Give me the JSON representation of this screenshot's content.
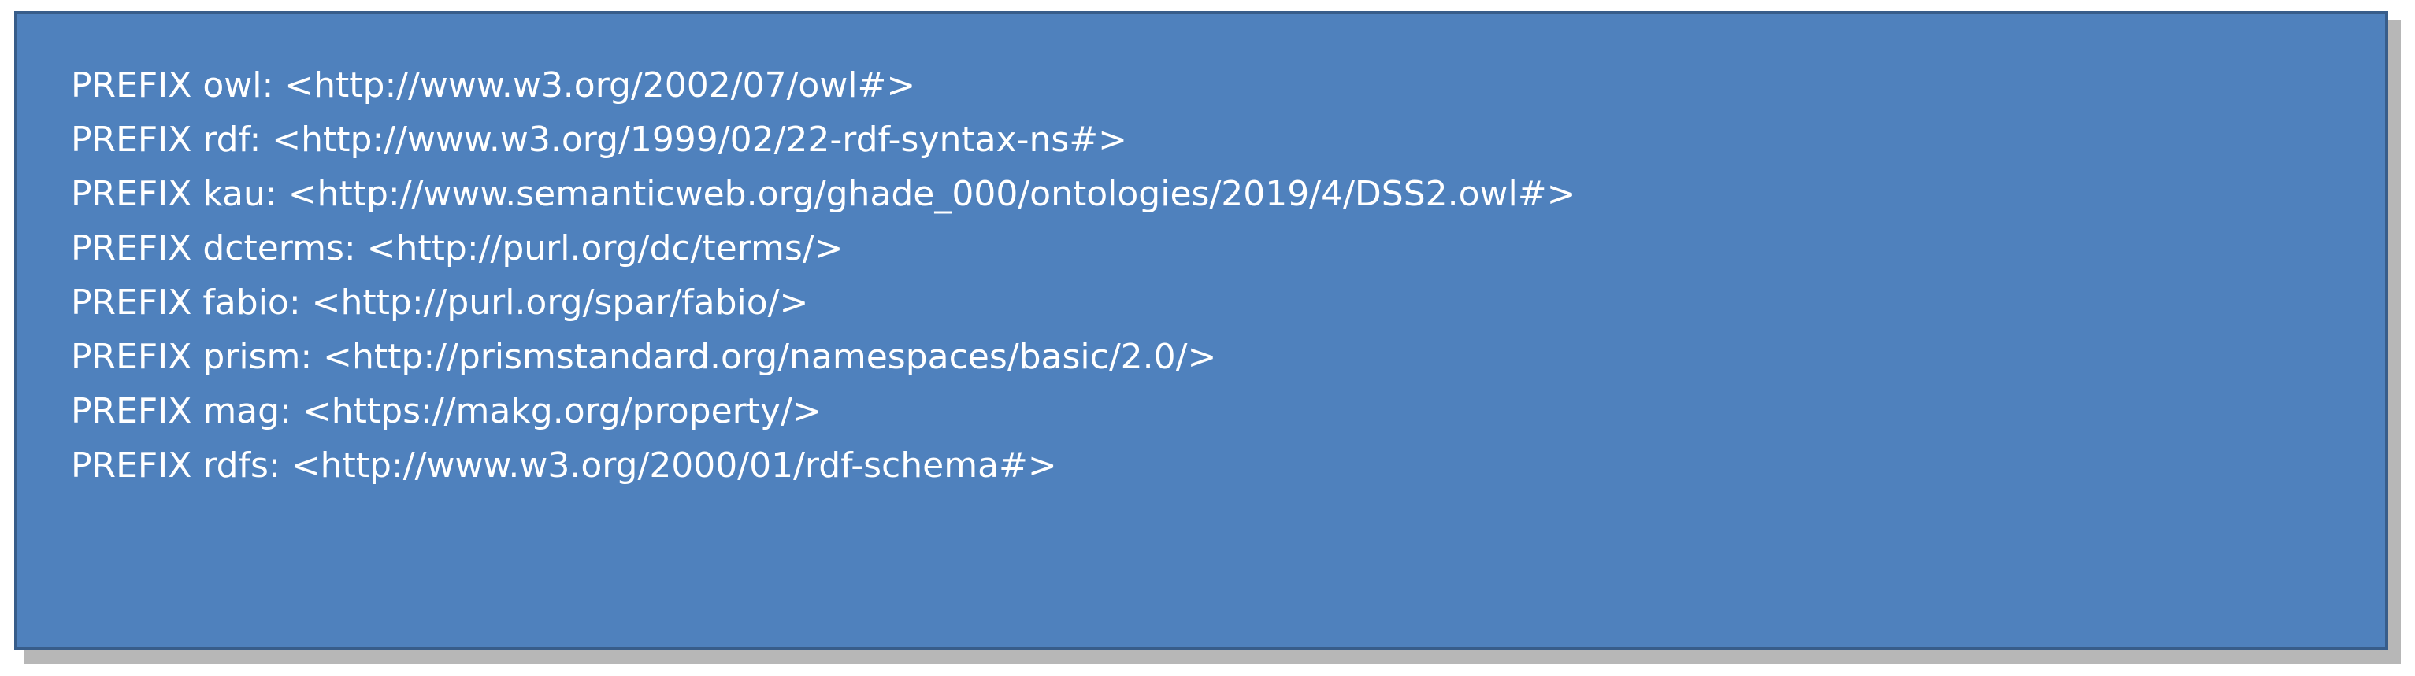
{
  "prefixes": [
    "PREFIX owl: <http://www.w3.org/2002/07/owl#>",
    "PREFIX rdf: <http://www.w3.org/1999/02/22-rdf-syntax-ns#>",
    "PREFIX kau: <http://www.semanticweb.org/ghade_000/ontologies/2019/4/DSS2.owl#>",
    "PREFIX dcterms: <http://purl.org/dc/terms/>",
    "PREFIX fabio: <http://purl.org/spar/fabio/>",
    "PREFIX prism: <http://prismstandard.org/namespaces/basic/2.0/>",
    "PREFIX mag: <https://makg.org/property/>",
    "PREFIX rdfs: <http://www.w3.org/2000/01/rdf-schema#>"
  ],
  "colors": {
    "box_fill": "#4f81bd",
    "box_border": "#385d8a",
    "text": "#ffffff",
    "shadow": "#b7b7b7"
  }
}
